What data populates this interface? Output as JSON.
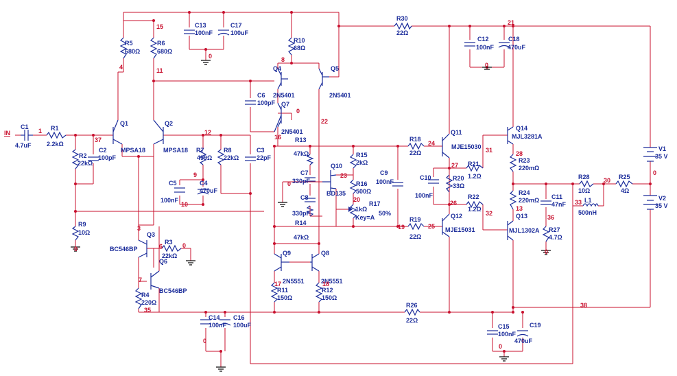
{
  "input_label": "IN",
  "components": {
    "C1": [
      "C1",
      "4.7uF"
    ],
    "R1": [
      "R1",
      "2.2kΩ"
    ],
    "R2": [
      "R2",
      "22kΩ"
    ],
    "C2": [
      "C2",
      "100pF"
    ],
    "R9": [
      "R9",
      "10Ω"
    ],
    "R5": [
      "R5",
      "680Ω"
    ],
    "R6": [
      "R6",
      "680Ω"
    ],
    "Q1": [
      "Q1",
      "MPSA18"
    ],
    "Q2": [
      "Q2",
      "MPSA18"
    ],
    "R7": [
      "R7",
      "499Ω"
    ],
    "R8": [
      "R8",
      "22kΩ"
    ],
    "C5": [
      "C5",
      "100nF"
    ],
    "C4": [
      "C4",
      "470uF"
    ],
    "C3": [
      "C3",
      "22pF"
    ],
    "Q3": [
      "Q3",
      "BC546BP"
    ],
    "Q6": [
      "Q6",
      "BC546BP"
    ],
    "R3": [
      "R3",
      "22kΩ"
    ],
    "R4": [
      "R4",
      "220Ω"
    ],
    "C13": [
      "C13",
      "100nF"
    ],
    "C17": [
      "C17",
      "100uF"
    ],
    "R10": [
      "R10",
      "68Ω"
    ],
    "Q4": [
      "Q4",
      "2N5401"
    ],
    "Q5": [
      "Q5",
      "2N5401"
    ],
    "Q7": [
      "Q7",
      "2N5401"
    ],
    "C6": [
      "C6",
      "100pF"
    ],
    "R13": [
      "R13",
      "47kΩ"
    ],
    "R14": [
      "R14",
      "47kΩ"
    ],
    "C7": [
      "C7",
      "330pF"
    ],
    "C8": [
      "C8",
      "330pF"
    ],
    "Q10": [
      "Q10",
      "BD135"
    ],
    "R15": [
      "R15",
      "2kΩ"
    ],
    "R16": [
      "R16",
      "500Ω"
    ],
    "C9": [
      "C9",
      "100nF"
    ],
    "R17": [
      "R17",
      "1kΩ"
    ],
    "R17_key": "Key=A",
    "R17_pct": "50%",
    "Q9": [
      "Q9",
      "2N5551"
    ],
    "Q8": [
      "Q8",
      "2N5551"
    ],
    "R11": [
      "R11",
      "150Ω"
    ],
    "R12": [
      "R12",
      "150Ω"
    ],
    "C14": [
      "C14",
      "100nF"
    ],
    "C16": [
      "C16",
      "100uF"
    ],
    "R30": [
      "R30",
      "22Ω"
    ],
    "C12": [
      "C12",
      "100nF"
    ],
    "C18": [
      "C18",
      "470uF"
    ],
    "R18": [
      "R18",
      "22Ω"
    ],
    "R19": [
      "R19",
      "22Ω"
    ],
    "Q11": [
      "Q11",
      "MJE15030"
    ],
    "Q12": [
      "Q12",
      "MJE15031"
    ],
    "C10": [
      "C10",
      "100nF"
    ],
    "R20": [
      "R20",
      "33Ω"
    ],
    "R21": [
      "R21",
      "1.2Ω"
    ],
    "R22": [
      "R22",
      "1.2Ω"
    ],
    "Q14": [
      "Q14",
      "MJL3281A"
    ],
    "Q13": [
      "Q13",
      "MJL1302A"
    ],
    "R23": [
      "R23",
      "220mΩ"
    ],
    "R24": [
      "R24",
      "220mΩ"
    ],
    "C11": [
      "C11",
      "47nF"
    ],
    "R27": [
      "R27",
      "4.7Ω"
    ],
    "R28": [
      "R28",
      "10Ω"
    ],
    "L1": [
      "L1",
      "500nH"
    ],
    "R25": [
      "R25",
      "4Ω"
    ],
    "V1": [
      "V1",
      "35 V"
    ],
    "V2": [
      "V2",
      "35 V"
    ],
    "R26": [
      "R26",
      "22Ω"
    ],
    "C15": [
      "C15",
      "100nF"
    ],
    "C19": [
      "C19",
      "470uF"
    ]
  },
  "nets": {
    "n1": "1",
    "n37": "37",
    "n0a": "0",
    "n4": "4",
    "n15": "15",
    "n11": "11",
    "n12": "12",
    "n9": "9",
    "n10": "10",
    "n3": "3",
    "n6": "6",
    "n0b": "0",
    "n7": "7",
    "n35": "35",
    "n0c": "0",
    "n8": "8",
    "n0d": "0",
    "n22": "22",
    "n16": "16",
    "n23": "23",
    "n0e": "0",
    "n20": "20",
    "n19": "19",
    "n17": "17",
    "n18": "18",
    "n0f": "0",
    "n21": "21",
    "n0g": "0",
    "n24": "24",
    "n27": "27",
    "n31": "31",
    "n28": "28",
    "n26": "26",
    "n25": "25",
    "n32": "32",
    "n13": "13",
    "n36": "36",
    "n0h": "0",
    "n33": "33",
    "n30": "30",
    "n0i": "0",
    "n38": "38",
    "n0j": "0"
  }
}
